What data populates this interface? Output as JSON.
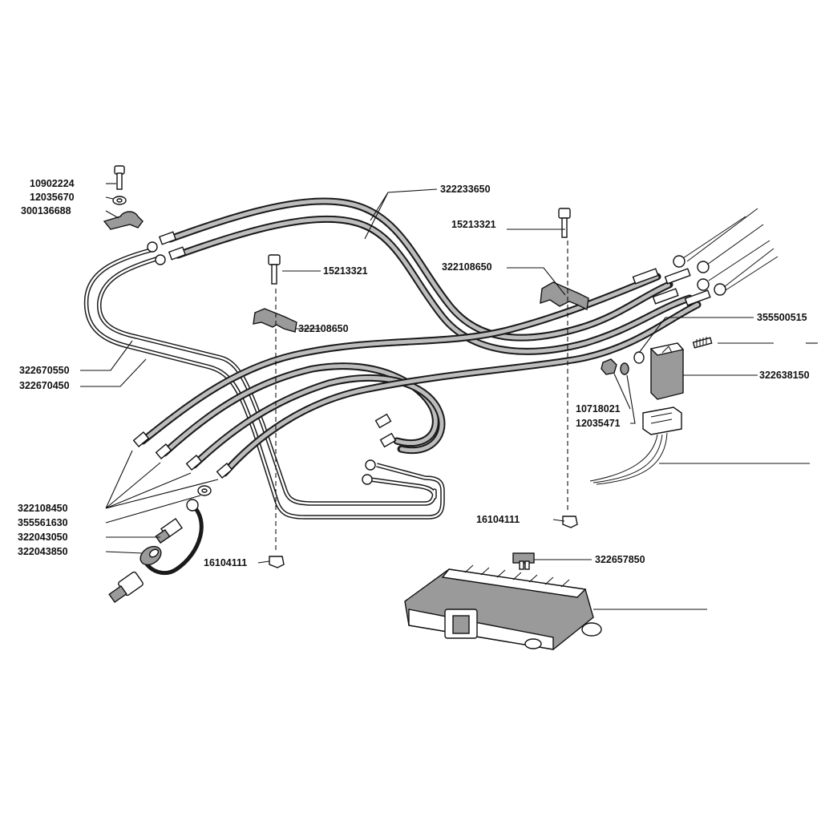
{
  "diagram": {
    "labels": [
      {
        "id": "l1",
        "text": "10902224"
      },
      {
        "id": "l2",
        "text": "12035670"
      },
      {
        "id": "l3",
        "text": "300136688"
      },
      {
        "id": "l4",
        "text": "322233650"
      },
      {
        "id": "l5",
        "text": "15213321"
      },
      {
        "id": "l6",
        "text": "322108650"
      },
      {
        "id": "l7",
        "text": "15213321"
      },
      {
        "id": "l8",
        "text": "322108650"
      },
      {
        "id": "l9",
        "text": "355500515"
      },
      {
        "id": "l10",
        "text": "322670550"
      },
      {
        "id": "l11",
        "text": "322670450"
      },
      {
        "id": "l12",
        "text": "322638150"
      },
      {
        "id": "l13",
        "text": "10718021"
      },
      {
        "id": "l14",
        "text": "12035471"
      },
      {
        "id": "l15",
        "text": "322108450"
      },
      {
        "id": "l16",
        "text": "355561630"
      },
      {
        "id": "l17",
        "text": "322043050"
      },
      {
        "id": "l18",
        "text": "322043850"
      },
      {
        "id": "l19",
        "text": "16104111"
      },
      {
        "id": "l20",
        "text": "16104111"
      },
      {
        "id": "l21",
        "text": "322657850"
      }
    ]
  }
}
